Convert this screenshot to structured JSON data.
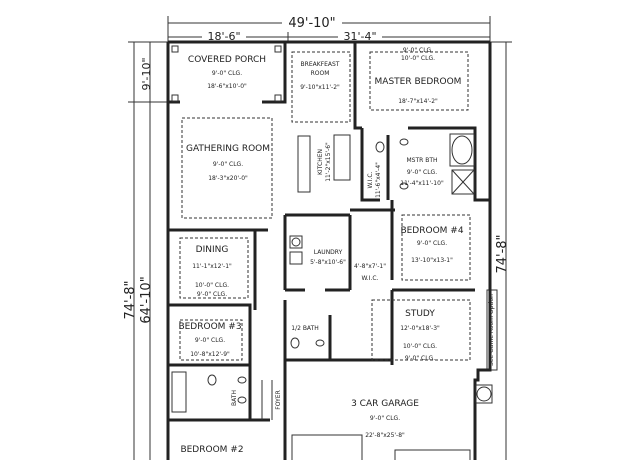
{
  "dimensions": {
    "overall_width": "49'-10\"",
    "left_width": "18'-6\"",
    "right_width": "31'-4\"",
    "top_left_depth": "9'-10\"",
    "overall_depth_left": "74'-8\"",
    "mid_left_depth": "64'-10\"",
    "right_depth": "74'-8\""
  },
  "rooms": {
    "covered_porch": {
      "name": "COVERED PORCH",
      "clg": "9'-0\" CLG.",
      "size": "18'-6\"x10'-0\""
    },
    "breakfast": {
      "name1": "BREAKFEAST",
      "name2": "ROOM",
      "size": "9'-10\"x11'-2\""
    },
    "master_bedroom": {
      "clg1": "9'-0\" CLG.",
      "clg2": "10'-0\" CLG.",
      "name": "MASTER BEDROOM",
      "size": "18'-7\"x14'-2\""
    },
    "gathering": {
      "name": "GATHERING ROOM",
      "clg": "9'-0\" CLG.",
      "size": "18'-3\"x20'-0\""
    },
    "kitchen": {
      "name": "KITCHEN",
      "size": "11'-2\"x15'-6\""
    },
    "wic_master": {
      "name": "W.I.C.",
      "size": "11'-6\"x4'-4\""
    },
    "master_bath": {
      "name": "MSTR BTH",
      "clg": "9'-0\" CLG.",
      "size": "11'-4\"x11'-10\""
    },
    "bedroom4": {
      "name": "BEDROOM #4",
      "clg": "9'-0\" CLG.",
      "size": "13'-10\"x13-1\""
    },
    "dining": {
      "name": "DINING",
      "size": "11'-1\"x12'-1\"",
      "clg1": "10'-0\" CLG.",
      "clg2": "9'-0\" CLG."
    },
    "laundry": {
      "name": "LAUNDRY",
      "size": "5'-8\"x10'-6\""
    },
    "wic2": {
      "name": "W.I.C.",
      "size": "4'-8\"x7'-1\""
    },
    "study": {
      "name": "STUDY",
      "size": "12'-0\"x18'-3\"",
      "clg1": "10'-0\" CLG.",
      "clg2": "9'-0\" CLG."
    },
    "bedroom3": {
      "name": "BEDROOM #3",
      "clg": "9'-0\" CLG.",
      "size": "10'-8\"x12'-9\""
    },
    "half_bath": {
      "name": "1/2 BATH"
    },
    "garage": {
      "name": "3 CAR GARAGE",
      "clg": "9'-0\" CLG.",
      "size": "22'-8\"x25'-8\""
    },
    "bedroom2": {
      "name": "BEDROOM #2"
    },
    "bath": {
      "name": "BATH"
    },
    "foyer": {
      "name": "FOYER"
    }
  },
  "notes": {
    "game_room": "See Game Room Option"
  }
}
